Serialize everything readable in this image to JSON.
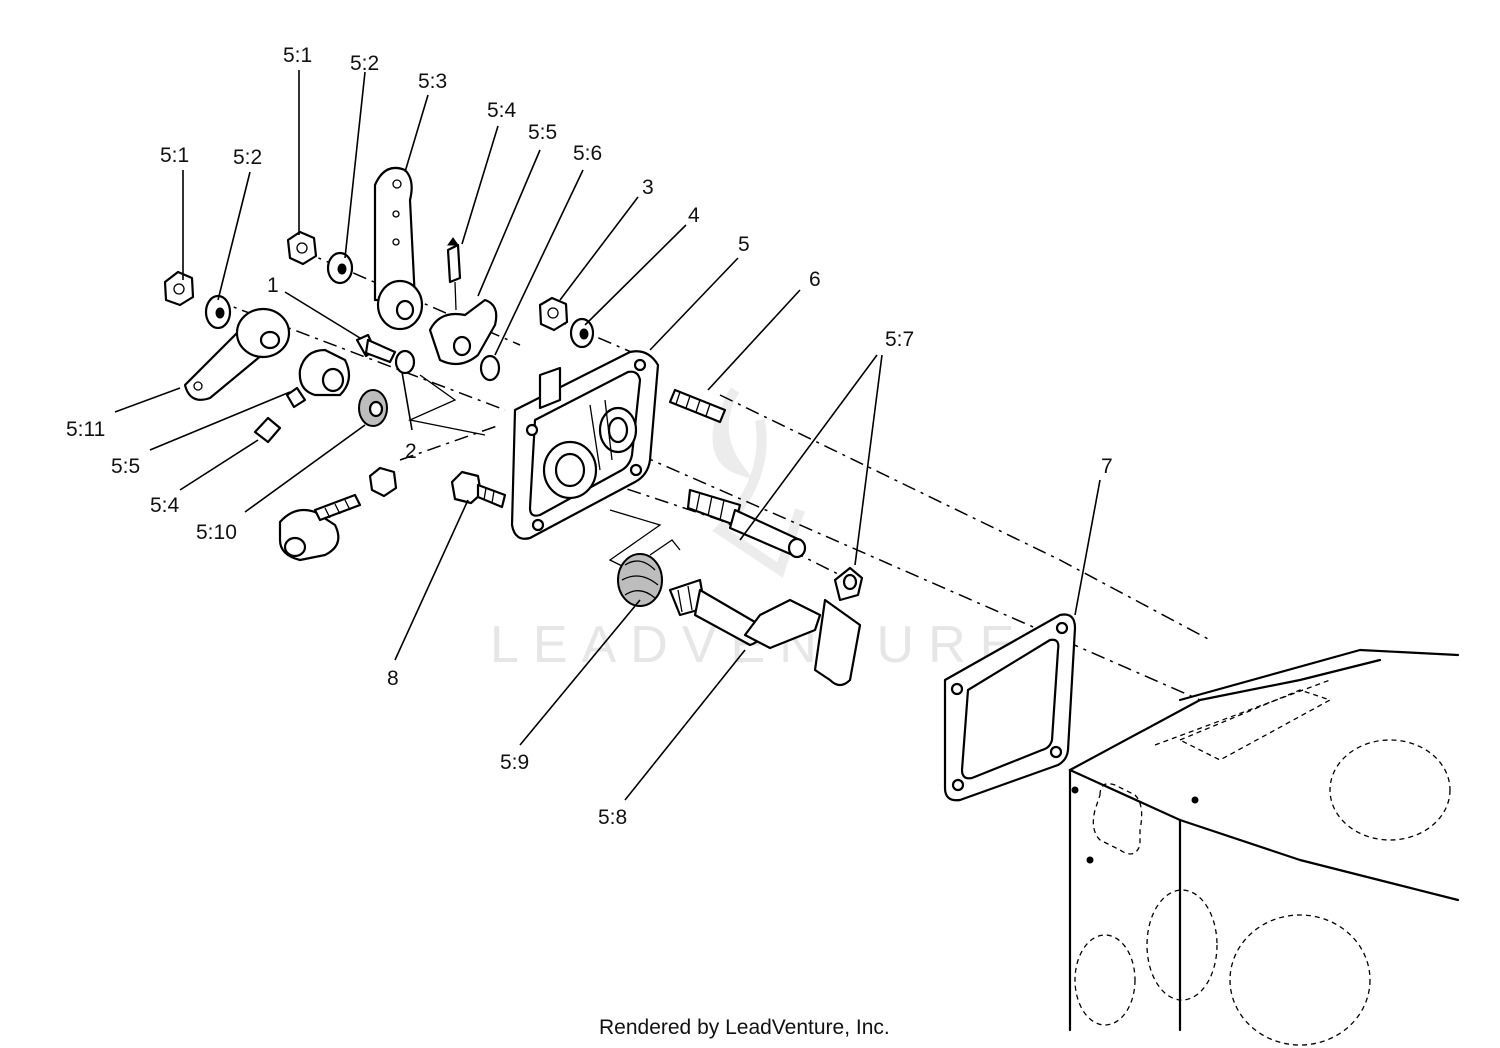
{
  "callouts": {
    "c1": "1",
    "c2": "2",
    "c3": "3",
    "c4": "4",
    "c5": "5",
    "c6": "6",
    "c7": "7",
    "c8": "8",
    "c5_1_left": "5:1",
    "c5_2_left": "5:2",
    "c5_1_top": "5:1",
    "c5_2_top": "5:2",
    "c5_3": "5:3",
    "c5_4_top": "5:4",
    "c5_5_top": "5:5",
    "c5_6": "5:6",
    "c5_7": "5:7",
    "c5_8": "5:8",
    "c5_9": "5:9",
    "c5_10": "5:10",
    "c5_11": "5:11",
    "c5_5_left": "5:5",
    "c5_4_left": "5:4"
  },
  "footer": {
    "credit": "Rendered by LeadVenture, Inc."
  },
  "watermark": {
    "text": "LEADVENTURE"
  }
}
